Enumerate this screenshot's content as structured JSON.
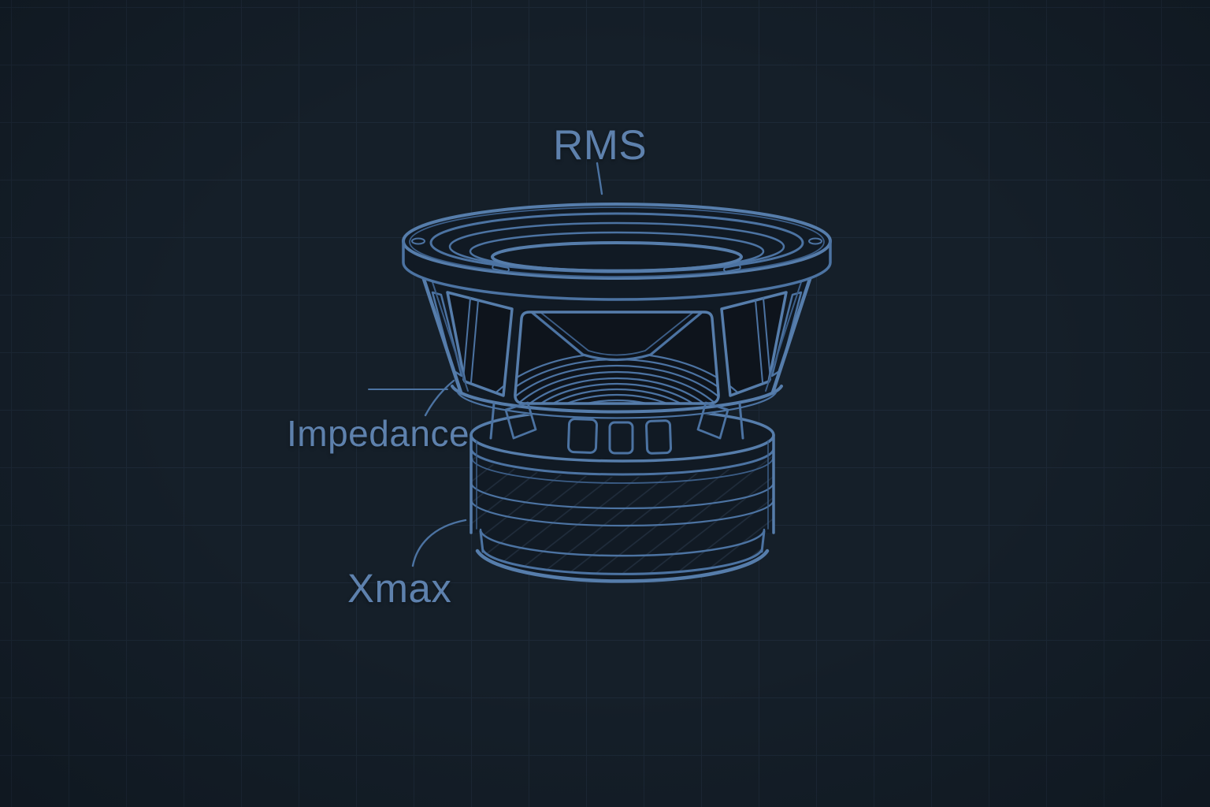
{
  "diagram": {
    "subject": "Subwoofer speaker driver blueprint line drawing",
    "labels": [
      {
        "id": "rms",
        "text": "RMS"
      },
      {
        "id": "impedance",
        "text": "Impedance"
      },
      {
        "id": "xmax",
        "text": "Xmax"
      }
    ]
  },
  "colors": {
    "background": "#151f29",
    "grid_line": "#32465e",
    "line": "#4c73a2",
    "line_bright": "#567dab",
    "line_dim": "#3c5e88",
    "fill_dark": "#111a24",
    "fill_darker": "#0e141c",
    "label_text": "#5e81ad"
  }
}
